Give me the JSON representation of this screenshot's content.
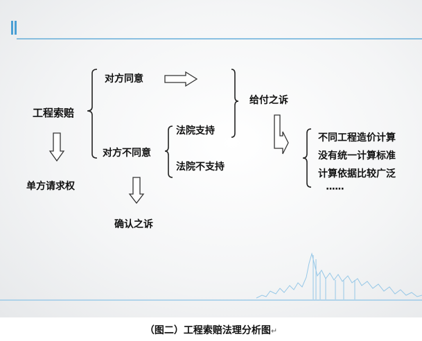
{
  "diagram": {
    "root": "工程索赔",
    "left_result": "单方请求权",
    "branch_agree": "对方同意",
    "branch_disagree": "对方不同意",
    "court_support": "法院支持",
    "court_not_support": "法院不支持",
    "payment_suit": "给付之诉",
    "confirm_suit": "确认之诉",
    "reasons": [
      "不同工程造价计算",
      "没有统一计算标准",
      "计算依据比较广泛",
      "······"
    ]
  },
  "caption": "（图二）工程索赔法理分析图",
  "caption_mark": "↵",
  "colors": {
    "accent_line": "#4a9fd4",
    "arrow_fill": "#ffffff",
    "arrow_stroke": "#333333",
    "skyline": "#8cc3e6"
  }
}
